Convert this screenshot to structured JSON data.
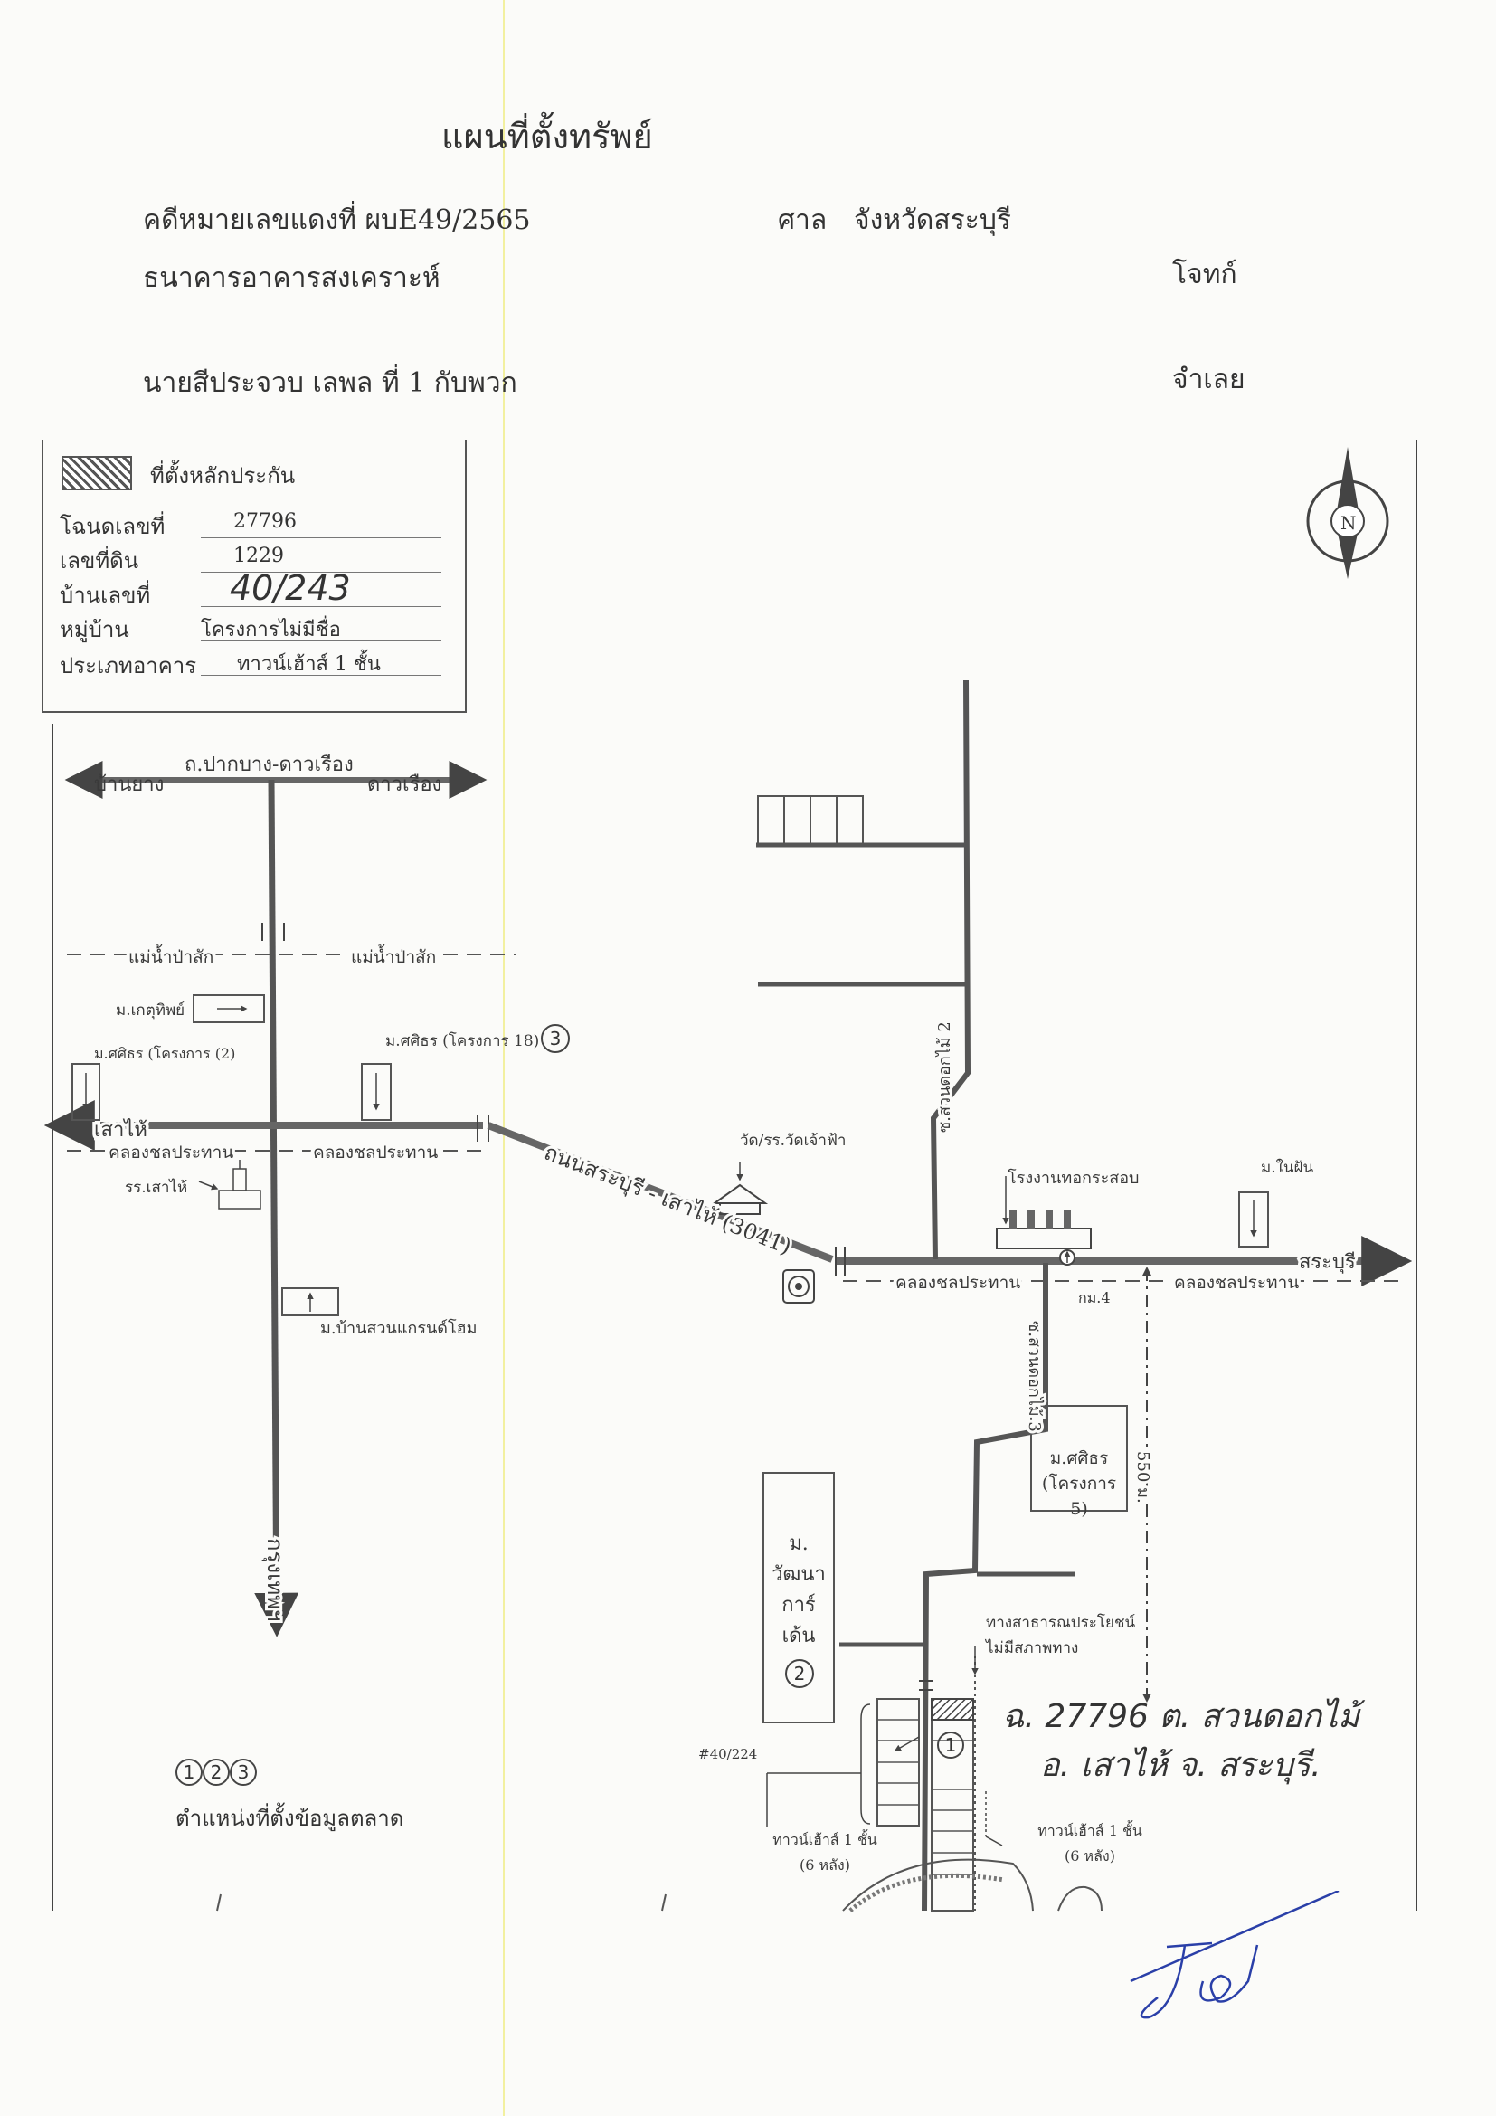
{
  "title": "แผนที่ตั้งทรัพย์",
  "header": {
    "case_label": "คดีหมายเลขแดงที่ ผบE49/2565",
    "court_label": "ศาล",
    "court_name": "จังหวัดสระบุรี",
    "plaintiff_name": "ธนาคารอาคารสงเคราะห์",
    "plaintiff_role": "โจทก์",
    "defendant_name": "นายสีประจวบ เลพล ที่ 1 กับพวก",
    "defendant_role": "จำเลย"
  },
  "legend": {
    "title": "ที่ตั้งหลักประกัน",
    "rows": [
      {
        "label": "โฉนดเลขที่",
        "value": "27796"
      },
      {
        "label": "เลขที่ดิน",
        "value": "1229"
      },
      {
        "label": "บ้านเลขที่",
        "value": "40/243"
      },
      {
        "label": "หมู่บ้าน",
        "value": "โครงการไม่มีชื่อ"
      },
      {
        "label": "ประเภทอาคาร",
        "value": "ทาวน์เฮ้าส์ 1 ชั้น"
      }
    ]
  },
  "map": {
    "road_pakbang": "ถ.ปากบาง-ดาวเรือง",
    "ban_yang": "บ้านยาง",
    "dao_rueang": "ดาวเรือง",
    "pasak_river": "แม่น้ำป่าสัก",
    "m_ketthip": "ม.เกตุทิพย์",
    "m_sasithorn_2": "ม.ศศิธร (โครงการ (2)",
    "m_sasithorn_18": "ม.ศศิธร (โครงการ 18)",
    "mark_3": "3",
    "sao_hai": "เสาไห้",
    "canal": "คลองชลประทาน",
    "school_sao_hai": "รร.เสาไห้",
    "m_ban_suan": "ม.บ้านสวนแกรนด์โฮม",
    "bangkok": "กรุงเทพฯ",
    "road_saraburi": "ถนนสระบุรี - เสาไห้ (3041)",
    "wat": "วัด/รร.วัดเจ้าฟ้า",
    "soi_2": "ซ.สวนดอกไม้ 2",
    "factory": "โรงงานทอกระสอบ",
    "m_nai_phan": "ม.ในฝัน",
    "saraburi": "สระบุรี",
    "km4": "กม.4",
    "soi_3": "ซ.สวนดอกไม้ 3",
    "m_sasithorn_5": "ม.ศศิธร (โครงการ 5)",
    "dist_550": "550 ม.",
    "m_watthana": "ม. วัฒนา การ์ เด้น",
    "mark_2": "2",
    "public_way": "ทางสาธารณประโยชน์ ไม่มีสภาพทาง",
    "house_no_left": "#40/224",
    "mark_1": "1",
    "townhouse_left": "ทาวน์เฮ้าส์ 1 ชั้น (6 หลัง)",
    "townhouse_right": "ทาวน์เฮ้าส์ 1 ชั้น (6 หลัง)",
    "handwritten_line1": "ฉ. 27796 ต. สวนดอกไม้",
    "handwritten_line2": "อ. เสาไห้ จ. สระบุรี.",
    "market_marks": "123",
    "market_caption": "ตำแหน่งที่ตั้งข้อมูลตลาด",
    "compass": "N"
  },
  "colors": {
    "ink": "#444444",
    "signature": "#2a3fa8",
    "paper": "#fbfbf9"
  }
}
